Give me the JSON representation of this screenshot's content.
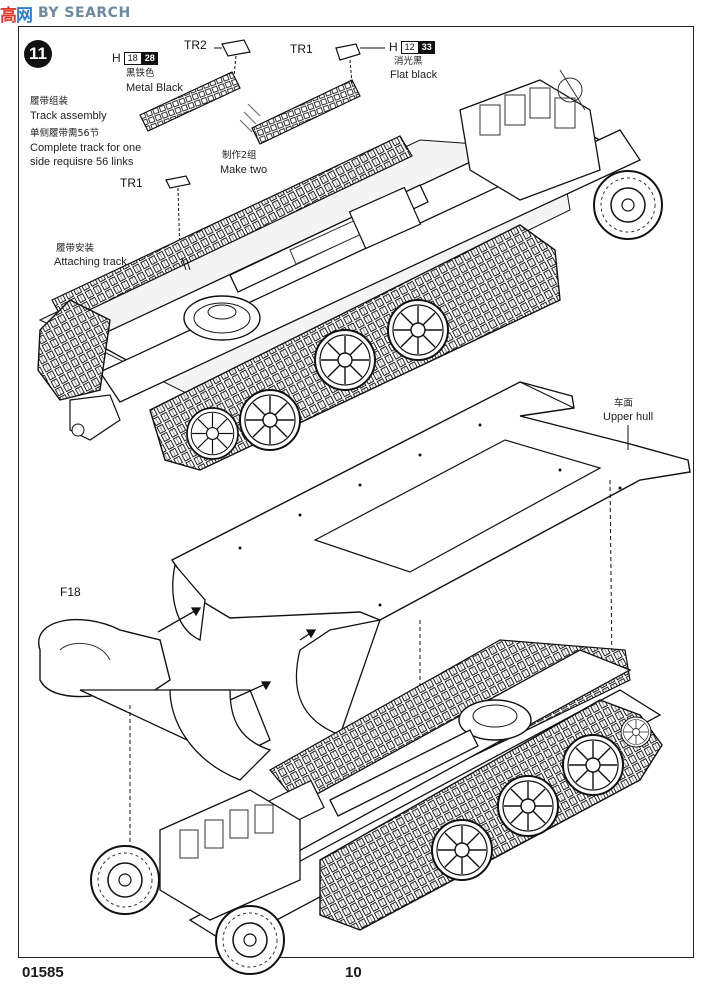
{
  "watermark": {
    "logo_a": "高",
    "logo_b": "网",
    "text": "BY SEARCH"
  },
  "step": {
    "number": "11"
  },
  "parts": {
    "tr2": "TR2",
    "tr1_top": "TR1",
    "tr1_left": "TR1",
    "f18": "F18"
  },
  "paint_metal": {
    "h": "H",
    "code1": "18",
    "code2": "28",
    "cn": "黑铁色",
    "en": "Metal  Black"
  },
  "paint_flat": {
    "h": "H",
    "code1": "12",
    "code2": "33",
    "cn": "消光黑",
    "en": "Flat black"
  },
  "track_assembly": {
    "cn": "履带组装",
    "en": "Track assembly"
  },
  "complete_track": {
    "cn": "单侧履带需56节",
    "en1": "Complete track for one",
    "en2": "side requisre 56 links"
  },
  "make_two": {
    "cn": "制作2组",
    "en": "Make two"
  },
  "attaching": {
    "cn": "履带安装",
    "en": "Attaching track"
  },
  "upper_hull": {
    "cn": "车面",
    "en": "Upper hull"
  },
  "footer": {
    "code": "01585",
    "page": "10"
  }
}
